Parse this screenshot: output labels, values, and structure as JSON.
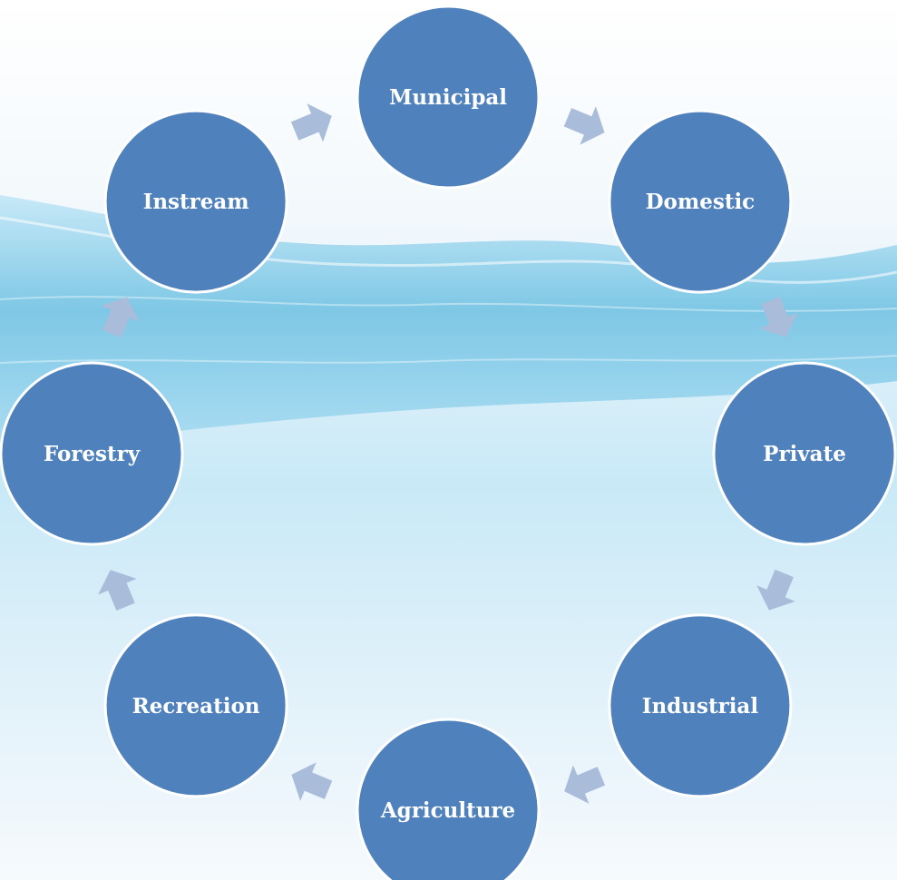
{
  "colors": {
    "node_fill": "#4f81bd",
    "node_stroke": "#ffffff",
    "arrow_fill": "#a9bcd9",
    "water_deep": "#5fb7dc",
    "water_light": "#bfe4f4",
    "sky": "#f4f9fd"
  },
  "diagram": {
    "type": "cycle",
    "nodes": [
      {
        "id": "municipal",
        "label": "Municipal"
      },
      {
        "id": "domestic",
        "label": "Domestic"
      },
      {
        "id": "private",
        "label": "Private"
      },
      {
        "id": "industrial",
        "label": "Industrial"
      },
      {
        "id": "agriculture",
        "label": "Agriculture"
      },
      {
        "id": "recreation",
        "label": "Recreation"
      },
      {
        "id": "forestry",
        "label": "Forestry"
      },
      {
        "id": "instream",
        "label": "Instream"
      }
    ],
    "edges": [
      {
        "from": "municipal",
        "to": "domestic"
      },
      {
        "from": "domestic",
        "to": "private"
      },
      {
        "from": "private",
        "to": "industrial"
      },
      {
        "from": "industrial",
        "to": "agriculture"
      },
      {
        "from": "agriculture",
        "to": "recreation"
      },
      {
        "from": "recreation",
        "to": "forestry"
      },
      {
        "from": "forestry",
        "to": "instream"
      },
      {
        "from": "instream",
        "to": "municipal"
      }
    ]
  }
}
